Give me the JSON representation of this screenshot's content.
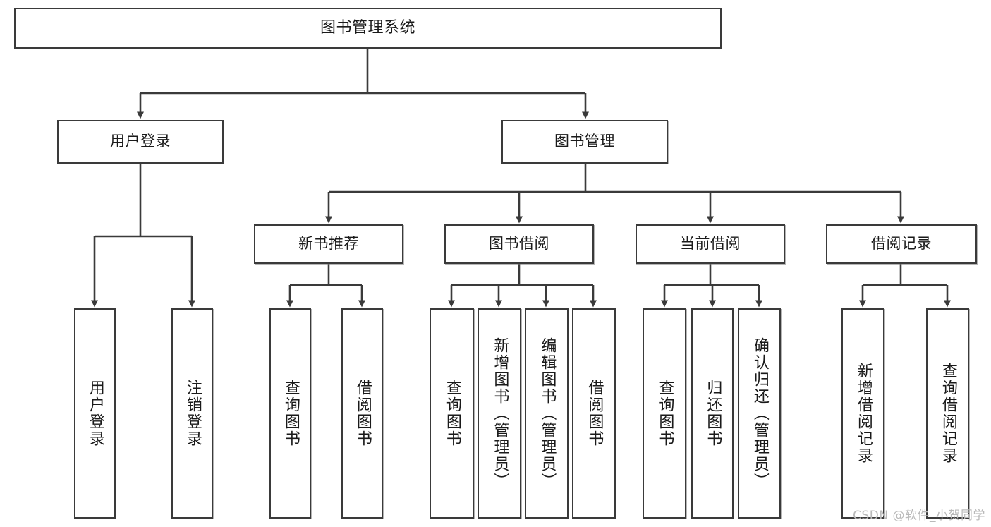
{
  "diagram": {
    "title": "图书管理系统",
    "type": "hierarchy-tree",
    "watermark": "CSDN @软件_小贺同学",
    "colors": {
      "stroke": "#3a3a3a",
      "fill": "#ffffff",
      "text": "#1a1a1a",
      "watermark": "#b9b9b9"
    },
    "nodes": {
      "root": {
        "label": "图书管理系统"
      },
      "level2": [
        {
          "label": "用户登录"
        },
        {
          "label": "图书管理"
        }
      ],
      "level3": [
        {
          "label": "新书推荐"
        },
        {
          "label": "图书借阅"
        },
        {
          "label": "当前借阅"
        },
        {
          "label": "借阅记录"
        }
      ],
      "leaves_user_login": [
        {
          "label": "用户登录"
        },
        {
          "label": "注销登录"
        }
      ],
      "leaves_new_book": [
        {
          "label": "查询图书"
        },
        {
          "label": "借阅图书"
        }
      ],
      "leaves_borrow": [
        {
          "label": "查询图书"
        },
        {
          "label": "新增图书（管理员）"
        },
        {
          "label": "编辑图书（管理员）"
        },
        {
          "label": "借阅图书"
        }
      ],
      "leaves_current": [
        {
          "label": "查询图书"
        },
        {
          "label": "归还图书"
        },
        {
          "label": "确认归还（管理员）"
        }
      ],
      "leaves_record": [
        {
          "label": "新增借阅记录"
        },
        {
          "label": "查询借阅记录"
        }
      ]
    }
  }
}
